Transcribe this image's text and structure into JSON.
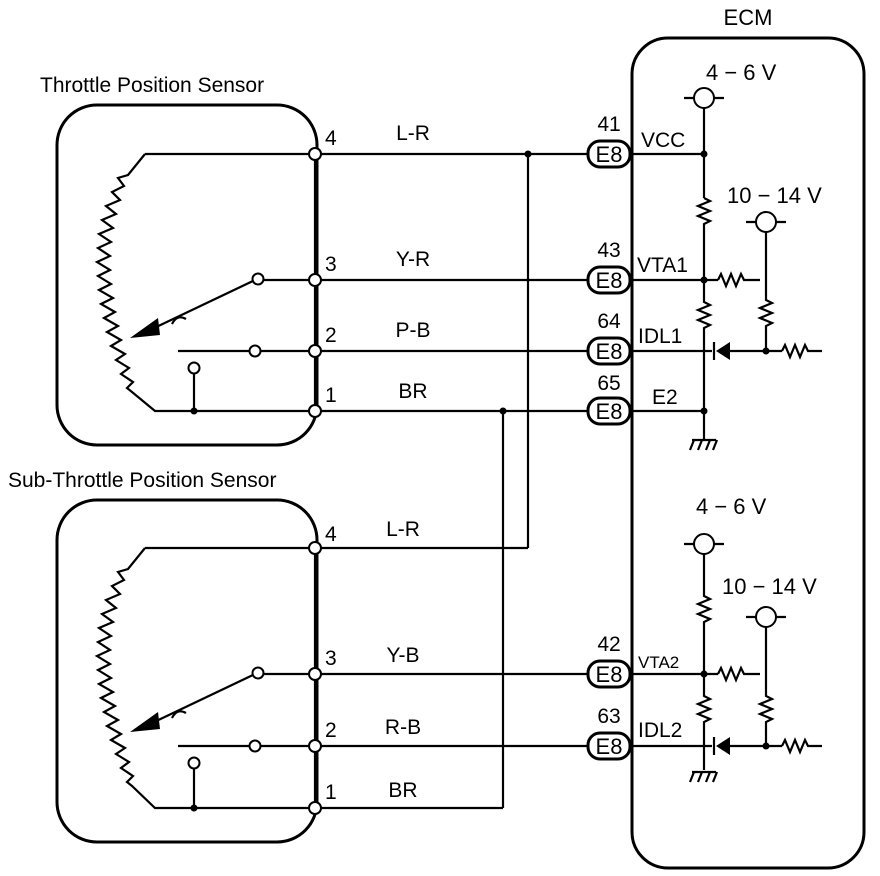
{
  "ecm": {
    "title": "ECM"
  },
  "sensor1": {
    "title": "Throttle Position Sensor",
    "pins": [
      {
        "num": "4",
        "wire": "L-R"
      },
      {
        "num": "3",
        "wire": "Y-R"
      },
      {
        "num": "2",
        "wire": "P-B"
      },
      {
        "num": "1",
        "wire": "BR"
      }
    ]
  },
  "sensor2": {
    "title": "Sub-Throttle Position Sensor",
    "pins": [
      {
        "num": "4",
        "wire": "L-R"
      },
      {
        "num": "3",
        "wire": "Y-B"
      },
      {
        "num": "2",
        "wire": "R-B"
      },
      {
        "num": "1",
        "wire": "BR"
      }
    ]
  },
  "connectors": [
    {
      "pin": "41",
      "code": "E8",
      "signal": "VCC"
    },
    {
      "pin": "43",
      "code": "E8",
      "signal": "VTA1"
    },
    {
      "pin": "64",
      "code": "E8",
      "signal": "IDL1"
    },
    {
      "pin": "65",
      "code": "E8",
      "signal": "E2"
    },
    {
      "pin": "42",
      "code": "E8",
      "signal": "VTA2"
    },
    {
      "pin": "63",
      "code": "E8",
      "signal": "IDL2"
    }
  ],
  "voltages": {
    "vcc_top": "4 − 6 V",
    "idl_top": "10 − 14 V",
    "vcc_bottom": "4 − 6 V",
    "idl_bottom": "10 − 14 V"
  }
}
